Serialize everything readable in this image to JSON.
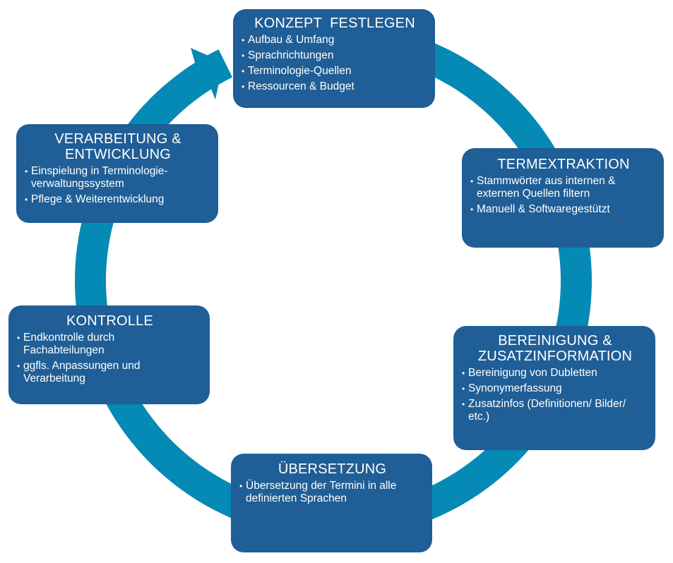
{
  "colors": {
    "box_fill": "#1F5E96",
    "ring_fill": "#0589B5",
    "text": "#FFFFFF",
    "background": "#FFFFFF"
  },
  "cycle": {
    "direction": "clockwise",
    "arrow_icon": "curved-arrow-icon"
  },
  "steps": [
    {
      "id": "konzept",
      "title": "KONZEPT  FESTLEGEN",
      "bullets": [
        "Aufbau & Umfang",
        "Sprachrichtungen",
        "Terminologie-Quellen",
        "Ressourcen & Budget"
      ]
    },
    {
      "id": "termextraktion",
      "title": "TERMEXTRAKTION",
      "bullets": [
        "Stammwörter aus internen & externen Quellen filtern",
        "Manuell & Softwaregestützt"
      ]
    },
    {
      "id": "bereinigung",
      "title": "BEREINIGUNG & ZUSATZINFORMATION",
      "bullets": [
        "Bereinigung von Dubletten",
        "Synonymerfassung",
        "Zusatzinfos (Definitionen/ Bilder/ etc.)"
      ]
    },
    {
      "id": "uebersetzung",
      "title": "ÜBERSETZUNG",
      "bullets": [
        "Übersetzung der Termini in alle definierten Sprachen"
      ]
    },
    {
      "id": "kontrolle",
      "title": "KONTROLLE",
      "bullets": [
        "Endkontrolle durch Fachabteilungen",
        "ggfls. Anpassungen und Verarbeitung"
      ]
    },
    {
      "id": "verarbeitung",
      "title": "VERARBEITUNG & ENTWICKLUNG",
      "bullets": [
        "Einspielung in Terminologie-verwaltungssystem",
        "Pflege & Weiterentwicklung"
      ]
    }
  ],
  "bullet_glyph": "•"
}
